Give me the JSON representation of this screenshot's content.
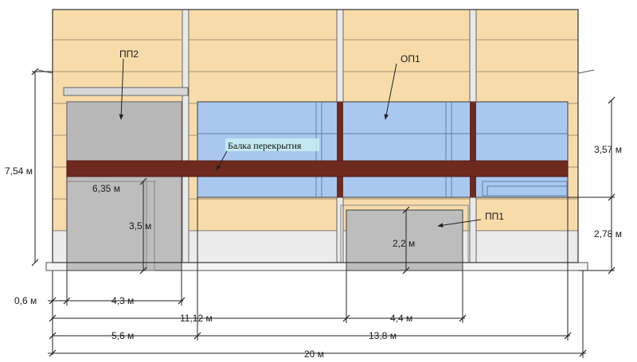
{
  "labels": {
    "pp2": "ПП2",
    "op1": "ОП1",
    "pp1": "ПП1",
    "beam": "Балка перекрытия"
  },
  "dimensions": {
    "height_total": "7,54 м",
    "height_upper": "3,57 м",
    "height_lower": "2,78 м",
    "gate_left_height": "3,5 м",
    "gate_right_height": "2,2 м",
    "span_inner": "6,35 м",
    "offset_left": "0,6 м",
    "gate_left_width": "4,3 м",
    "span_11": "11,12 м",
    "gate_right_width": "4,4 м",
    "segment_left": "5,6 м",
    "segment_right": "13,8 м",
    "total_width": "20 м"
  },
  "colors": {
    "wall": "#f7dcaa",
    "plinth": "#ececec",
    "glazing": "#a9c8f0",
    "beam": "#6e2a1f",
    "gate": "#bdbdbd"
  }
}
